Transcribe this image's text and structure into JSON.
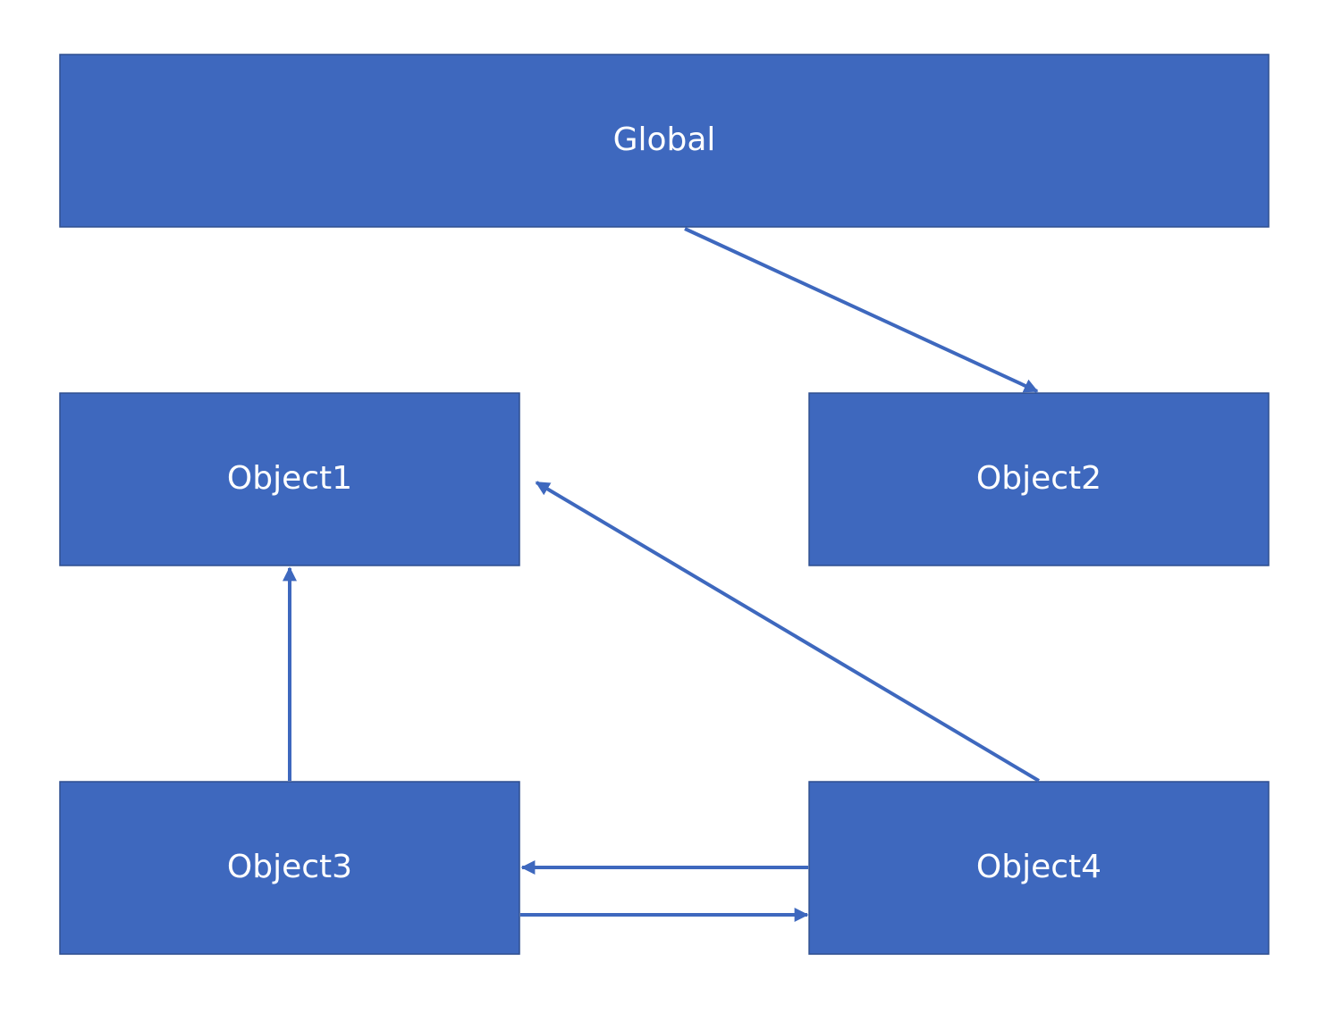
{
  "diagram": {
    "colors": {
      "node_fill": "#3e68be",
      "node_border": "#2f4f8f",
      "edge": "#3e68be",
      "label": "#ffffff"
    },
    "nodes": {
      "global": {
        "label": "Global"
      },
      "object1": {
        "label": "Object1"
      },
      "object2": {
        "label": "Object2"
      },
      "object3": {
        "label": "Object3"
      },
      "object4": {
        "label": "Object4"
      }
    },
    "edges": [
      {
        "from": "Global",
        "to": "Object2"
      },
      {
        "from": "Object3",
        "to": "Object1"
      },
      {
        "from": "Object4",
        "to": "Object1"
      },
      {
        "from": "Object4",
        "to": "Object3"
      },
      {
        "from": "Object3",
        "to": "Object4"
      }
    ]
  }
}
